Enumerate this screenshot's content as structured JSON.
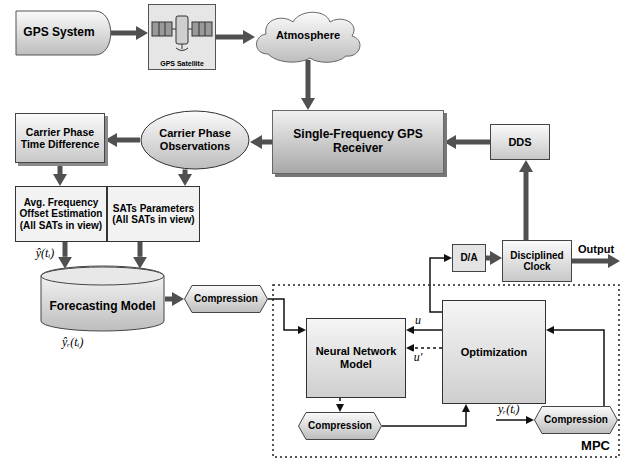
{
  "diagram": {
    "nodes": [
      {
        "text": [
          "GPS System"
        ]
      },
      {
        "text": [
          "GPS Satellite"
        ]
      },
      {
        "text": [
          "Atmosphere"
        ]
      },
      {
        "text": [
          "Carrier Phase Time Difference"
        ]
      },
      {
        "text": [
          "Carrier Phase Observations"
        ]
      },
      {
        "text": [
          "Single-Frequency GPS Receiver"
        ]
      },
      {
        "text": [
          "DDS"
        ]
      },
      {
        "text": [
          "Avg. Frequency Offset Estimation (All SATs in view)"
        ]
      },
      {
        "text": [
          "SATs Parameters (All SATs in view)"
        ]
      },
      {
        "text": [
          "D/A"
        ]
      },
      {
        "text": [
          "Disciplined Clock"
        ]
      },
      {
        "text": [
          "Forecasting Model"
        ]
      },
      {
        "text": [
          "Compression"
        ]
      },
      {
        "text": [
          "MPC"
        ]
      },
      {
        "text": [
          "Neural Network Model"
        ],
        "in": 13
      },
      {
        "text": [
          "Optimization"
        ],
        "in": 13
      },
      {
        "text": [
          "Compression"
        ],
        "in": 13
      },
      {
        "text": [
          "Compression"
        ],
        "in": 13
      }
    ],
    "edges": [
      {
        "from": 0,
        "to": 1,
        "arrow": "to"
      },
      {
        "from": 1,
        "to": 2,
        "arrow": "to"
      },
      {
        "from": 2,
        "to": 5,
        "arrow": "to"
      },
      {
        "from": 6,
        "to": 5,
        "arrow": "to"
      },
      {
        "from": 5,
        "to": 4,
        "arrow": "to"
      },
      {
        "from": 4,
        "to": 3,
        "arrow": "to"
      },
      {
        "from": 3,
        "to": 7,
        "arrow": "to"
      },
      {
        "from": 4,
        "to": 8,
        "arrow": "to"
      },
      {
        "from": 7,
        "to": 11,
        "label": "ŷ(tᵢ)",
        "arrow": "to"
      },
      {
        "from": 8,
        "to": 11,
        "arrow": "to"
      },
      {
        "from": 11,
        "to": 12,
        "arrow": "to"
      },
      {
        "from": 12,
        "to": 14,
        "arrow": "to"
      },
      {
        "from": 15,
        "to": 14,
        "label": "u",
        "arrow": "to"
      },
      {
        "from": 15,
        "to": 9,
        "arrow": "to"
      },
      {
        "from": 15,
        "to": 14,
        "label": "u′",
        "arrow": "to"
      },
      {
        "from": 9,
        "to": 10,
        "arrow": "to"
      },
      {
        "from": 10,
        "to": 6,
        "arrow": "to"
      },
      {
        "from": 14,
        "to": 16,
        "arrow": "to"
      },
      {
        "from": 16,
        "to": 15,
        "arrow": "to"
      },
      {
        "from": 17,
        "to": 15,
        "arrow": "to"
      }
    ],
    "labels": [
      "ŷᵣ(tᵢ)",
      "Output",
      "yᵣ(tᵢ)"
    ]
  }
}
